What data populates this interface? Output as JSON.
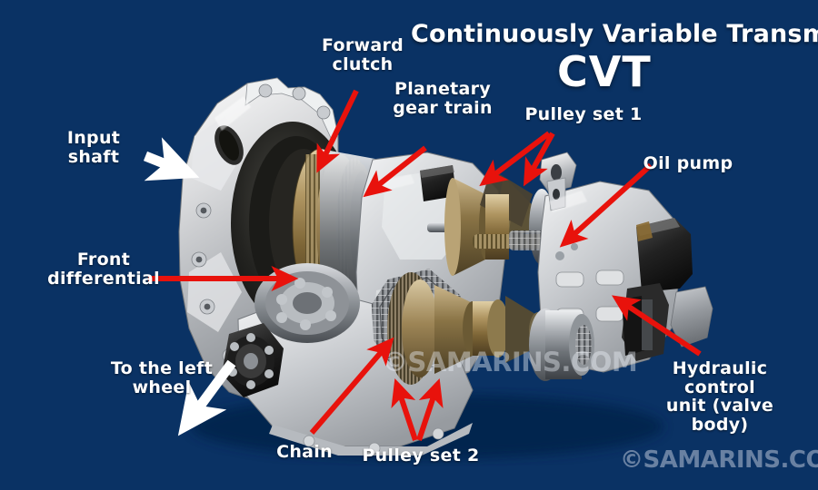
{
  "background_color": "#0a3264",
  "arrow_red": "#e8120c",
  "arrow_white": "#ffffff",
  "title": {
    "line1": "Continuously Variable Transmission",
    "line2": "CVT"
  },
  "subject": "cutaway photograph of a continuously variable transmission (CVT) gearbox",
  "labels": [
    {
      "id": "input-shaft",
      "text": "Input shaft",
      "arrow_color": "#ffffff"
    },
    {
      "id": "forward-clutch",
      "text": "Forward\nclutch",
      "arrow_color": "#e8120c"
    },
    {
      "id": "planetary",
      "text": "Planetary\ngear train",
      "arrow_color": "#e8120c"
    },
    {
      "id": "pulley-set-1",
      "text": "Pulley set 1",
      "arrow_color": "#e8120c"
    },
    {
      "id": "oil-pump",
      "text": "Oil pump",
      "arrow_color": "#e8120c"
    },
    {
      "id": "front-diff",
      "text": "Front\ndifferential",
      "arrow_color": "#e8120c"
    },
    {
      "id": "hydraulic-unit",
      "text": "Hydraulic control\nunit (valve body)",
      "arrow_color": "#e8120c"
    },
    {
      "id": "to-left-wheel",
      "text": "To the left\nwheel",
      "arrow_color": "#ffffff"
    },
    {
      "id": "chain",
      "text": "Chain",
      "arrow_color": "#e8120c"
    },
    {
      "id": "pulley-set-2",
      "text": "Pulley set 2",
      "arrow_color": "#e8120c"
    }
  ],
  "watermarks": {
    "corner": "©SAMARINS.COM",
    "center": "©SAMARINS.COM"
  }
}
